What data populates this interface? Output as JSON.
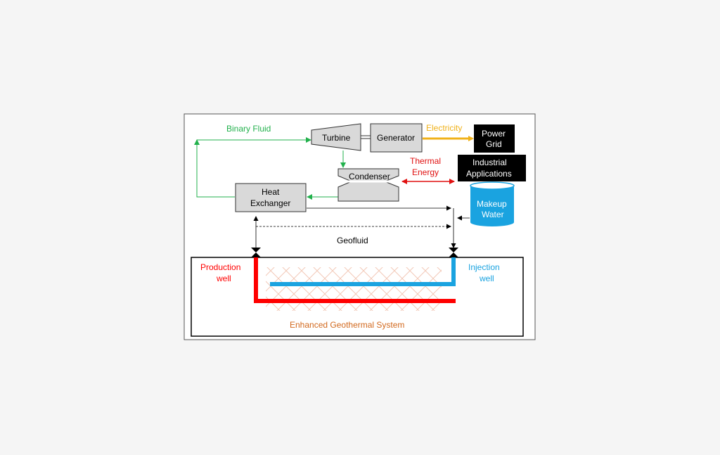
{
  "labels": {
    "binary_fluid": "Binary Fluid",
    "turbine": "Turbine",
    "generator": "Generator",
    "electricity": "Electricity",
    "power_grid_1": "Power",
    "power_grid_2": "Grid",
    "thermal_energy_1": "Thermal",
    "thermal_energy_2": "Energy",
    "industrial_1": "Industrial",
    "industrial_2": "Applications",
    "condenser": "Condenser",
    "heat_exchanger_1": "Heat",
    "heat_exchanger_2": "Exchanger",
    "makeup_water_1": "Makeup",
    "makeup_water_2": "Water",
    "geofluid": "Geofluid",
    "production_well_1": "Production",
    "production_well_2": "well",
    "injection_well_1": "Injection",
    "injection_well_2": "well",
    "egs": "Enhanced Geothermal System"
  },
  "colors": {
    "binary_fluid": "#22b14c",
    "electricity": "#f0b21a",
    "thermal": "#e01010",
    "production": "#ff0000",
    "injection": "#1aa3e0",
    "egs_label": "#d2691e",
    "component_fill": "#d9d9d9",
    "dark_box": "#000000",
    "water": "#1aa3e0",
    "hatch": "#f2c9b8"
  }
}
